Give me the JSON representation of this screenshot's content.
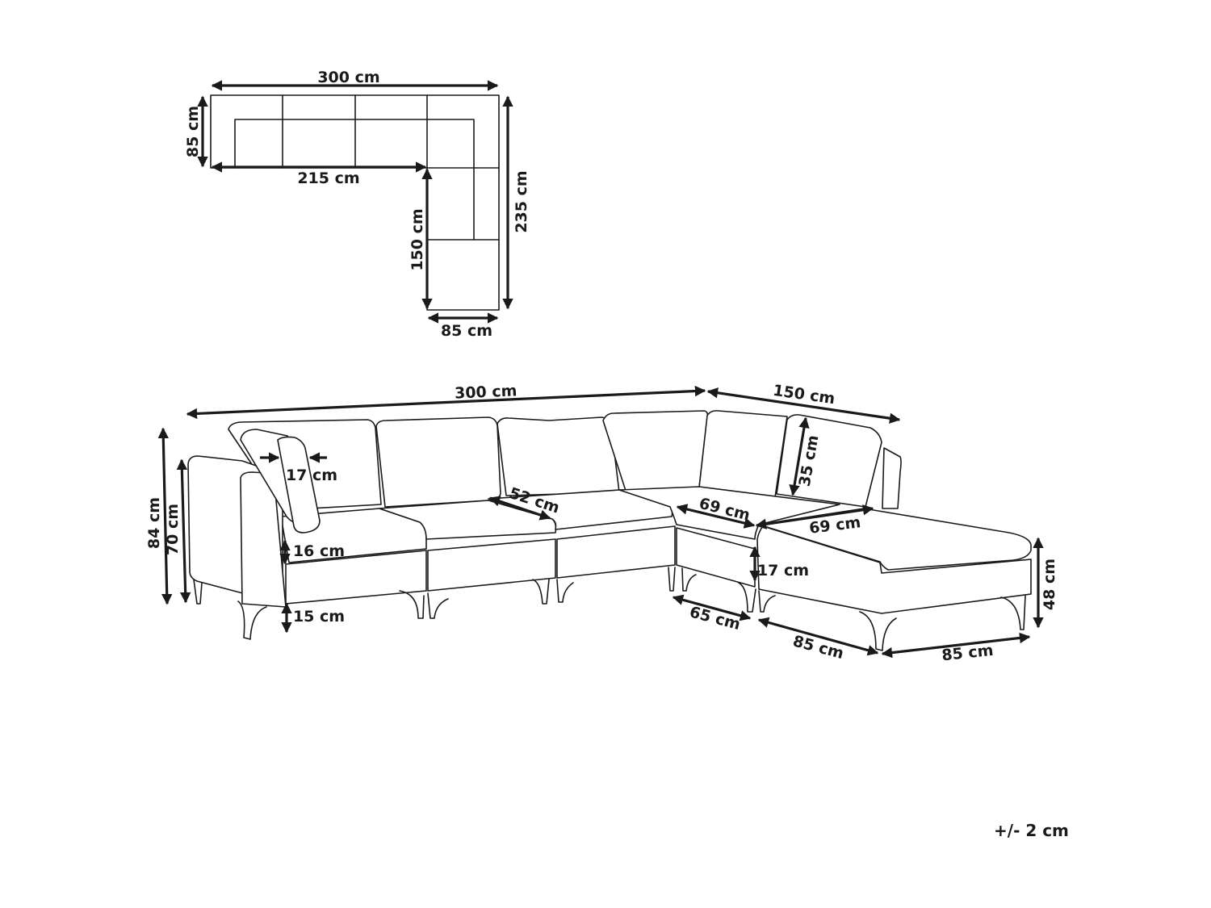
{
  "top_view": {
    "width_total": "300 cm",
    "depth_main": "85 cm",
    "inner_length": "215 cm",
    "chaise_inner_length": "150 cm",
    "length_total": "235 cm",
    "chaise_width": "85 cm"
  },
  "perspective_view": {
    "width_total": "300 cm",
    "chaise_length": "150 cm",
    "total_height": "84 cm",
    "armrest_height": "70 cm",
    "pillow_thickness": "17 cm",
    "seat_depth": "52 cm",
    "seat_cushion_height": "16 cm",
    "leg_height": "15 cm",
    "corner_seat_depth": "69 cm",
    "ottoman_seat_depth": "69 cm",
    "back_cushion_height": "35 cm",
    "ottoman_cushion_height": "17 cm",
    "corner_depth": "65 cm",
    "ottoman_side_a": "85 cm",
    "ottoman_side_b": "85 cm",
    "seat_height": "48 cm"
  },
  "footer": {
    "tolerance": "+/- 2 cm"
  },
  "colors": {
    "line": "#1a1a1a",
    "background": "#ffffff"
  }
}
